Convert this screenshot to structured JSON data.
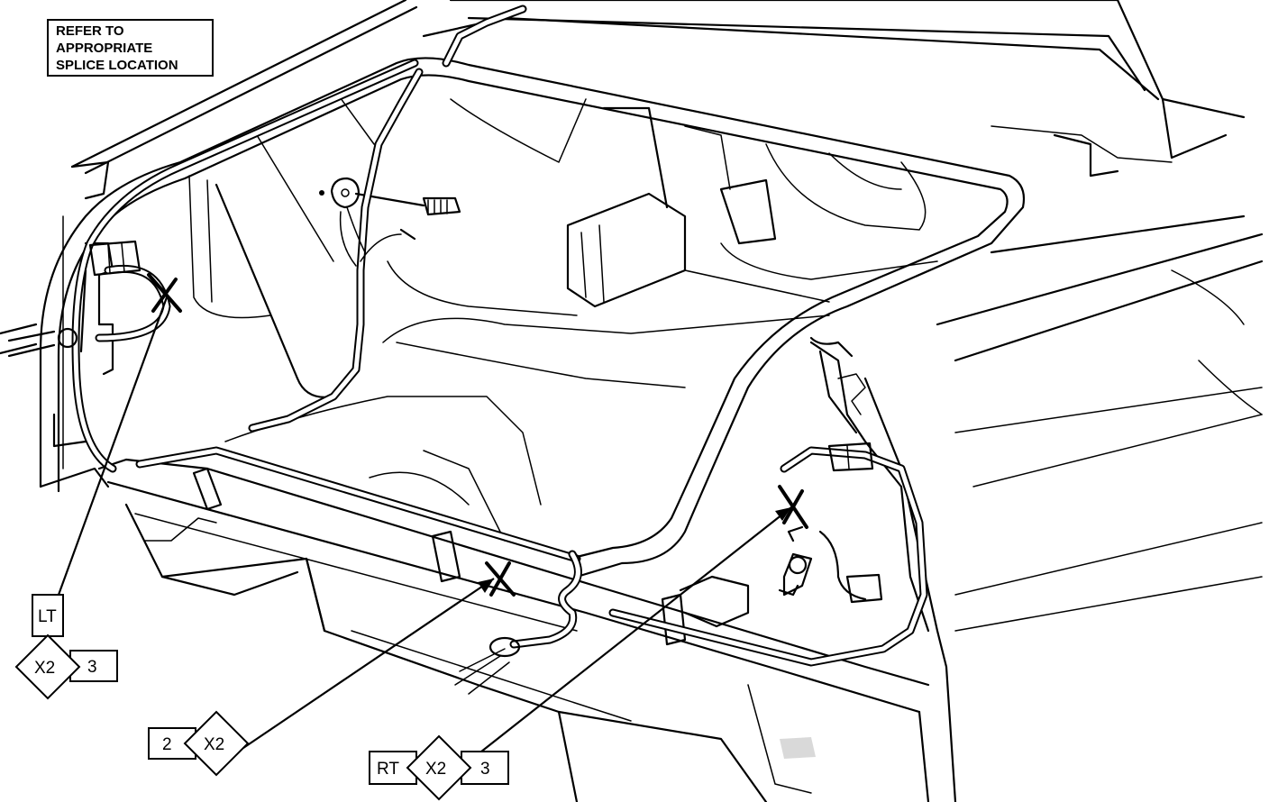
{
  "note": {
    "lines": [
      "REFER TO",
      "APPROPRIATE",
      "SPLICE LOCATION"
    ]
  },
  "callouts": {
    "left": {
      "side": "LT",
      "splice": "X2",
      "number": "3"
    },
    "center": {
      "number": "2",
      "splice": "X2"
    },
    "right": {
      "side": "RT",
      "splice": "X2",
      "number": "3"
    }
  }
}
